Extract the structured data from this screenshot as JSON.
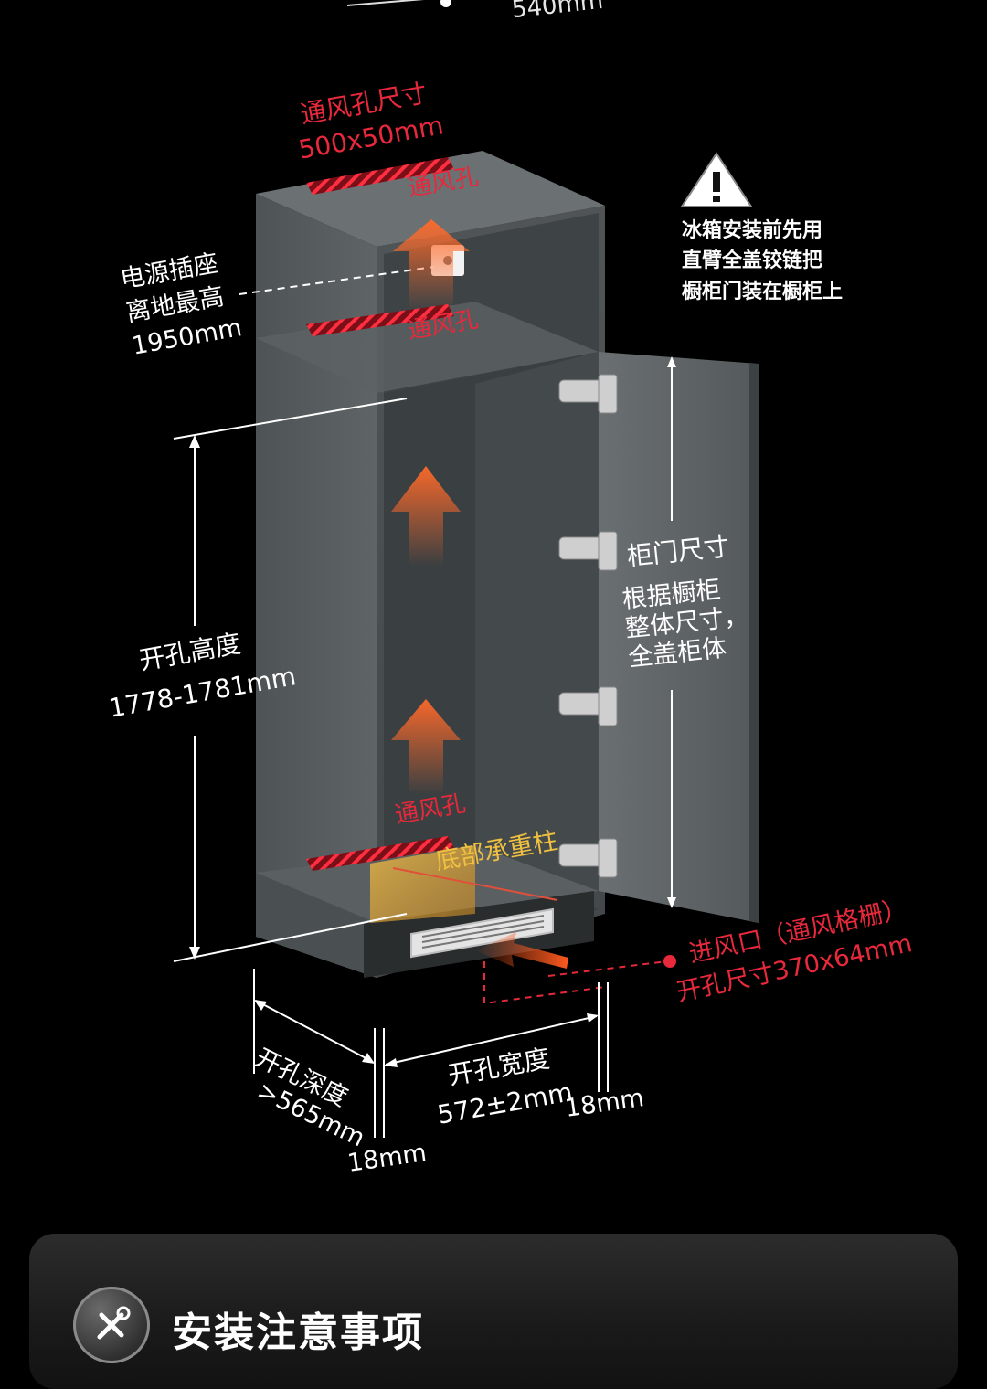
{
  "top_dimension": "540mm",
  "vent_size": {
    "title": "通风孔尺寸",
    "value": "500x50mm"
  },
  "vent_labels": {
    "top": "通风孔",
    "middle": "通风孔",
    "bottom": "通风孔"
  },
  "socket": {
    "line1": "电源插座",
    "line2": "离地最高",
    "line3": "1950mm"
  },
  "warning": {
    "icon": "warning-triangle-icon",
    "line1": "冰箱安装前先用",
    "line2": "直臂全盖铰链把",
    "line3": "橱柜门装在橱柜上"
  },
  "door": {
    "title": "柜门尺寸",
    "line1": "根据橱柜",
    "line2": "整体尺寸，",
    "line3": "全盖柜体"
  },
  "opening_height": {
    "label": "开孔高度",
    "value": "1778-1781mm"
  },
  "bearing_column": "底部承重柱",
  "air_inlet": {
    "title": "进风口（通风格栅）",
    "size": "开孔尺寸370x64mm"
  },
  "opening_depth": {
    "label": "开孔深度",
    "value": ">565mm"
  },
  "opening_width": {
    "label": "开孔宽度",
    "value": "572±2mm"
  },
  "side_panel_left": "18mm",
  "side_panel_right": "18mm",
  "notice": {
    "icon": "tools-icon",
    "title": "安装注意事项"
  },
  "colors": {
    "accent_red": "#e8283b",
    "label_yellow": "#f0c040",
    "cabinet_gray": "#5a5f61",
    "background": "#000000"
  }
}
